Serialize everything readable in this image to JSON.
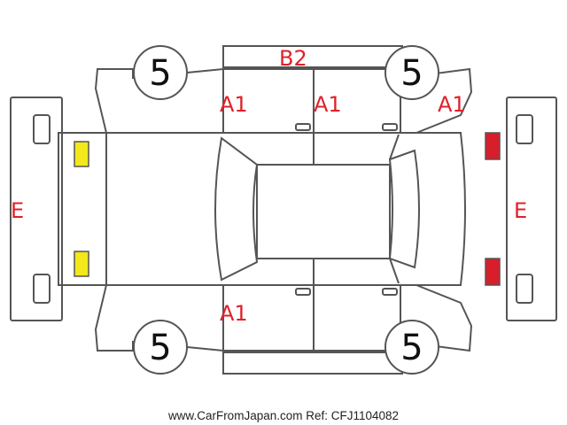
{
  "codes": {
    "bumper_back": "B2",
    "door_front_left": "A1",
    "door_rear_left": "A1",
    "fender_front_left": "A1",
    "door_bottom_rear": "A1",
    "end_left": "E",
    "end_right": "E"
  },
  "tires": {
    "top_left": "5",
    "top_right": "5",
    "bottom_left": "5",
    "bottom_right": "5"
  },
  "lights": {
    "rear": "#f2e81a",
    "front": "#d81e2a"
  },
  "footer": {
    "source": "www.CarFromJapan.com Ref: CFJ1104082"
  }
}
